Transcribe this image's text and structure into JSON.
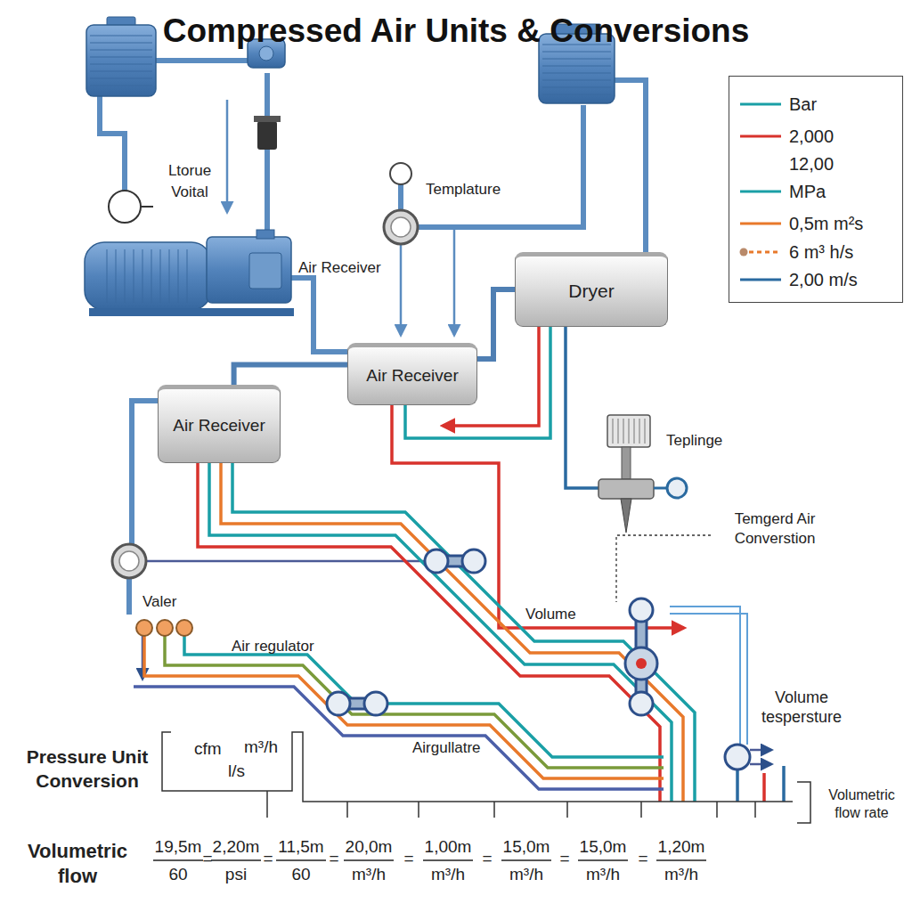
{
  "diagram": {
    "title": "Compressed Air Units & Conversions",
    "nodes": [
      {
        "text": [
          "Dryer"
        ]
      },
      {
        "text": [
          "Air Receiver"
        ]
      },
      {
        "text": [
          "Air Receiver"
        ]
      }
    ],
    "edges": [
      {
        "from": 2,
        "to": 1,
        "arrow": "none"
      },
      {
        "from": 1,
        "to": 0,
        "arrow": "none"
      }
    ],
    "labels": [
      "Ltorue Voital",
      "Air Receiver",
      "Templature",
      "Teplinge",
      "Temgerd Air Converstion",
      "Valer",
      "Air regulator",
      "Volume",
      "Airgullatre",
      "Volume tespersture",
      "Volumetric flow rate",
      "Pressure Unit Conversion",
      "cfm",
      "m³/h",
      "l/s",
      "Volumetric flow",
      "19,5m",
      "60",
      "=",
      "2,20m",
      "psi",
      "=",
      "11,5m",
      "60",
      "=",
      "20,0m",
      "m³/h",
      "=",
      "1,00m",
      "m³/h",
      "=",
      "15,0m",
      "m³/h",
      "=",
      "15,0m",
      "m³/h",
      "=",
      "1,20m",
      "m³/h"
    ],
    "legend": [
      {
        "text": "Bar"
      },
      {
        "text": "2,000"
      },
      {
        "text": "12,00"
      },
      {
        "text": "MPa"
      },
      {
        "text": "0,5m m²s"
      },
      {
        "text": "6 m³ h/s"
      },
      {
        "text": "2,00 m/s"
      }
    ]
  }
}
